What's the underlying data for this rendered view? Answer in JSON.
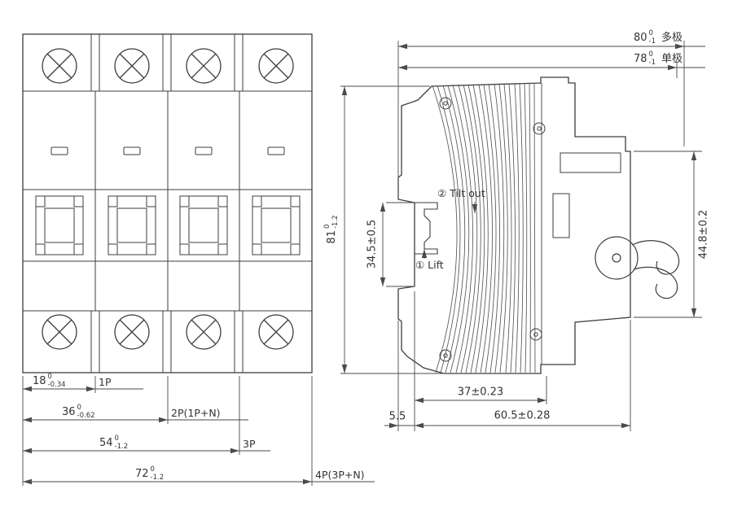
{
  "colors": {
    "line": "#3d3d3d",
    "dim": "#4a4a4a",
    "background": "#ffffff"
  },
  "front_view": {
    "pole_dims": [
      {
        "value": "18",
        "tol_top": "0",
        "tol_bottom": "-0.34",
        "label": "1P"
      },
      {
        "value": "36",
        "tol_top": "0",
        "tol_bottom": "-0.62",
        "label": "2P(1P+N)"
      },
      {
        "value": "54",
        "tol_top": "0",
        "tol_bottom": "-1.2",
        "label": "3P"
      },
      {
        "value": "72",
        "tol_top": "0",
        "tol_bottom": "-1.2",
        "label": "4P(3P+N)"
      }
    ]
  },
  "side_view": {
    "width_dims": [
      {
        "value": "80",
        "tol_top": "0",
        "tol_bottom": "-1",
        "label": "多极"
      },
      {
        "value": "78",
        "tol_top": "0",
        "tol_bottom": "-1",
        "label": "单极"
      }
    ],
    "height_dim": {
      "value": "81",
      "tol_top": "0",
      "tol_bottom": "-1.2"
    },
    "rail_dim": "34.5±0.5",
    "front_height_dim": "44.8±0.2",
    "bottom_recess_dim": "37±0.23",
    "rail_offset_dim": "5.5",
    "depth_dim": "60.5±0.28",
    "annotations": {
      "tilt_out": "② Tilt out",
      "lift": "① Lift"
    }
  }
}
